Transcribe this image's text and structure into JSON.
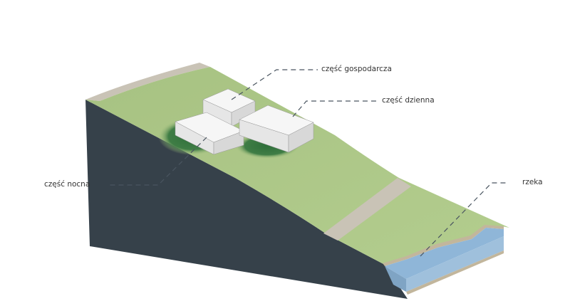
{
  "labels": {
    "utility": "część gospodarcza",
    "day": "część dzienna",
    "night": "część nocna",
    "river": "rzeka"
  },
  "colors": {
    "grass": "#a9c586",
    "path": "#c9c3b6",
    "side": "#36414a",
    "water": "#8fb6d8",
    "shadow": "#3f7d45",
    "leader": "#4a5560"
  }
}
